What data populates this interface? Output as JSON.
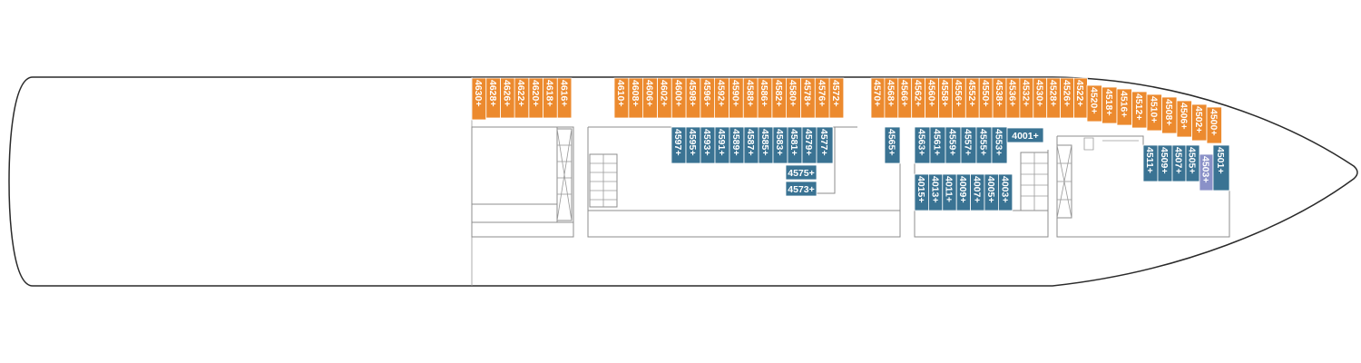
{
  "cabins": [
    {
      "n": "4616",
      "c": "orange",
      "v": 1
    },
    {
      "n": "4618",
      "c": "orange",
      "v": 1
    },
    {
      "n": "4620",
      "c": "orange",
      "v": 1
    },
    {
      "n": "4622",
      "c": "orange",
      "v": 1
    },
    {
      "n": "4626",
      "c": "orange",
      "v": 1
    },
    {
      "n": "4628",
      "c": "orange",
      "v": 1
    },
    {
      "n": "4630",
      "c": "orange",
      "v": 1
    },
    {
      "n": "4572",
      "c": "orange",
      "v": 1
    },
    {
      "n": "4576",
      "c": "orange",
      "v": 1
    },
    {
      "n": "4578",
      "c": "orange",
      "v": 1
    },
    {
      "n": "4580",
      "c": "orange",
      "v": 1
    },
    {
      "n": "4582",
      "c": "orange",
      "v": 1
    },
    {
      "n": "4586",
      "c": "orange",
      "v": 1
    },
    {
      "n": "4588",
      "c": "orange",
      "v": 1
    },
    {
      "n": "4590",
      "c": "orange",
      "v": 1
    },
    {
      "n": "4592",
      "c": "orange",
      "v": 1
    },
    {
      "n": "4596",
      "c": "orange",
      "v": 1
    },
    {
      "n": "4598",
      "c": "orange",
      "v": 1
    },
    {
      "n": "4600",
      "c": "orange",
      "v": 1
    },
    {
      "n": "4602",
      "c": "orange",
      "v": 1
    },
    {
      "n": "4606",
      "c": "orange",
      "v": 1
    },
    {
      "n": "4608",
      "c": "orange",
      "v": 1
    },
    {
      "n": "4610",
      "c": "orange",
      "v": 1
    },
    {
      "n": "4570",
      "c": "orange",
      "v": 1
    },
    {
      "n": "4568",
      "c": "orange",
      "v": 1
    },
    {
      "n": "4566",
      "c": "orange",
      "v": 1
    },
    {
      "n": "4562",
      "c": "orange",
      "v": 1
    },
    {
      "n": "4560",
      "c": "orange",
      "v": 1
    },
    {
      "n": "4558",
      "c": "orange",
      "v": 1
    },
    {
      "n": "4556",
      "c": "orange",
      "v": 1
    },
    {
      "n": "4552",
      "c": "orange",
      "v": 1
    },
    {
      "n": "4550",
      "c": "orange",
      "v": 1
    },
    {
      "n": "4538",
      "c": "orange",
      "v": 1
    },
    {
      "n": "4536",
      "c": "orange",
      "v": 1
    },
    {
      "n": "4532",
      "c": "orange",
      "v": 1
    },
    {
      "n": "4530",
      "c": "orange",
      "v": 1
    },
    {
      "n": "4528",
      "c": "orange",
      "v": 1
    },
    {
      "n": "4526",
      "c": "orange",
      "v": 1
    },
    {
      "n": "4522",
      "c": "orange",
      "v": 1
    },
    {
      "n": "4520",
      "c": "orange",
      "v": 1
    },
    {
      "n": "4518",
      "c": "orange",
      "v": 1
    },
    {
      "n": "4516",
      "c": "orange",
      "v": 1
    },
    {
      "n": "4512",
      "c": "orange",
      "v": 1
    },
    {
      "n": "4510",
      "c": "orange",
      "v": 1
    },
    {
      "n": "4508",
      "c": "orange",
      "v": 1
    },
    {
      "n": "4506",
      "c": "orange",
      "v": 1
    },
    {
      "n": "4502",
      "c": "orange",
      "v": 1
    },
    {
      "n": "4500",
      "c": "orange",
      "v": 1
    },
    {
      "n": "4597",
      "c": "blue",
      "v": 1
    },
    {
      "n": "4595",
      "c": "blue",
      "v": 1
    },
    {
      "n": "4593",
      "c": "blue",
      "v": 1
    },
    {
      "n": "4591",
      "c": "blue",
      "v": 1
    },
    {
      "n": "4589",
      "c": "blue",
      "v": 1
    },
    {
      "n": "4587",
      "c": "blue",
      "v": 1
    },
    {
      "n": "4585",
      "c": "blue",
      "v": 1
    },
    {
      "n": "4583",
      "c": "blue",
      "v": 1
    },
    {
      "n": "4581",
      "c": "blue",
      "v": 1
    },
    {
      "n": "4579",
      "c": "blue",
      "v": 1
    },
    {
      "n": "4577",
      "c": "blue",
      "v": 1
    },
    {
      "n": "4575",
      "c": "blue",
      "v": 0
    },
    {
      "n": "4573",
      "c": "blue",
      "v": 0
    },
    {
      "n": "4565",
      "c": "blue",
      "v": 1
    },
    {
      "n": "4563",
      "c": "blue",
      "v": 1
    },
    {
      "n": "4561",
      "c": "blue",
      "v": 1
    },
    {
      "n": "4559",
      "c": "blue",
      "v": 1
    },
    {
      "n": "4557",
      "c": "blue",
      "v": 1
    },
    {
      "n": "4555",
      "c": "blue",
      "v": 1
    },
    {
      "n": "4553",
      "c": "blue",
      "v": 1
    },
    {
      "n": "4001",
      "c": "blue",
      "v": 0
    },
    {
      "n": "4015",
      "c": "blue",
      "v": 1
    },
    {
      "n": "4013",
      "c": "blue",
      "v": 1
    },
    {
      "n": "4011",
      "c": "blue",
      "v": 1
    },
    {
      "n": "4009",
      "c": "blue",
      "v": 1
    },
    {
      "n": "4007",
      "c": "blue",
      "v": 1
    },
    {
      "n": "4005",
      "c": "blue",
      "v": 1
    },
    {
      "n": "4003",
      "c": "blue",
      "v": 1
    },
    {
      "n": "4511",
      "c": "blue",
      "v": 1
    },
    {
      "n": "4509",
      "c": "blue",
      "v": 1
    },
    {
      "n": "4507",
      "c": "blue",
      "v": 1
    },
    {
      "n": "4505",
      "c": "blue",
      "v": 1
    },
    {
      "n": "4503",
      "c": "lavender",
      "v": 1
    },
    {
      "n": "4501",
      "c": "blue",
      "v": 1
    }
  ],
  "accessible_symbol": "+",
  "colors": {
    "orange": "#ec8a2e",
    "blue": "#3a7393",
    "lavender": "#8a91c8"
  }
}
